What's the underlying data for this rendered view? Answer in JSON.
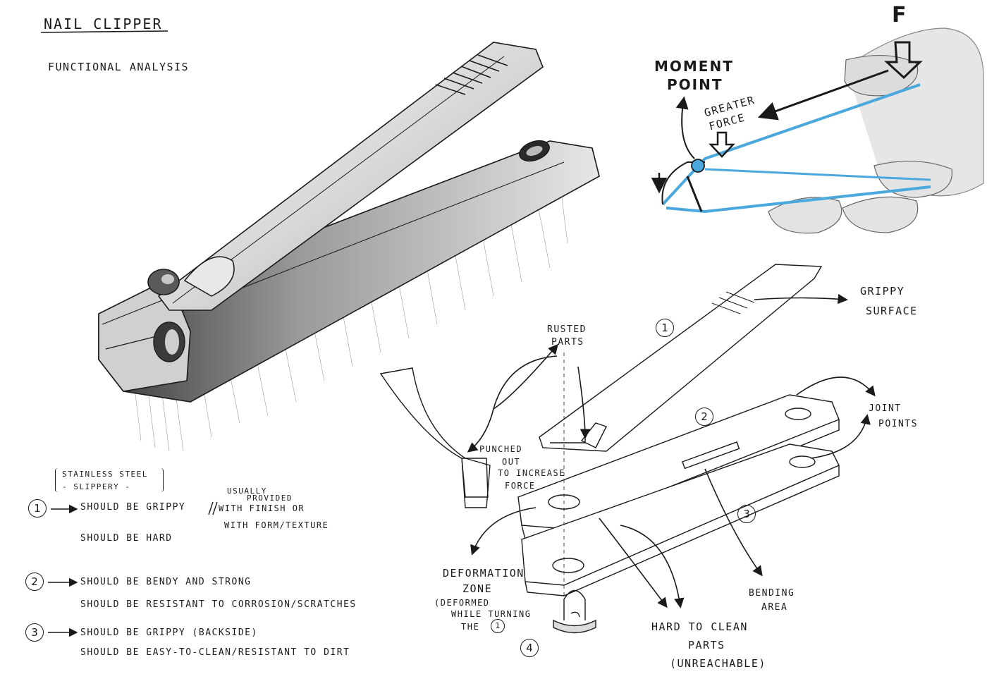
{
  "header": {
    "title": "NAIL CLIPPER",
    "subtitle": "FUNCTIONAL ANALYSIS"
  },
  "force_sketch": {
    "force_label": "F",
    "moment_line1": "MOMENT",
    "moment_line2": "POINT",
    "greater_line1": "GREATER",
    "greater_line2": "FORCE"
  },
  "exploded_view": {
    "part_numbers": [
      "1",
      "2",
      "3",
      "4"
    ],
    "labels": {
      "grippy_surface": [
        "GRIPPY",
        "SURFACE"
      ],
      "rusted_parts": [
        "RUSTED",
        "PARTS"
      ],
      "joint_points": [
        "JOINT",
        "POINTS"
      ],
      "punched_out": [
        "PUNCHED",
        "OUT",
        "TO INCREASE",
        "FORCE"
      ],
      "deformation_zone": [
        "DEFORMATION",
        "ZONE",
        "(DEFORMED",
        "WHILE TURNING",
        "THE"
      ],
      "deformation_ref": "1",
      "hard_to_clean": [
        "HARD TO CLEAN",
        "PARTS",
        "(UNREACHABLE)"
      ],
      "bending_area": [
        "BENDING",
        "AREA"
      ]
    }
  },
  "notes": {
    "material_line1": "STAINLESS STEEL",
    "material_line2": "- SLIPPERY -",
    "items": [
      {
        "number": "1",
        "lines": [
          "SHOULD BE GRIPPY",
          "SHOULD BE HARD"
        ],
        "aside": [
          "USUALLY",
          "PROVIDED",
          "WITH FINISH OR",
          "WITH FORM/TEXTURE"
        ]
      },
      {
        "number": "2",
        "lines": [
          "SHOULD BE BENDY AND STRONG",
          "SHOULD BE RESISTANT TO CORROSION/SCRATCHES"
        ]
      },
      {
        "number": "3",
        "lines": [
          "SHOULD BE GRIPPY (BACKSIDE)",
          "SHOULD BE EASY-TO-CLEAN/RESISTANT TO DIRT"
        ]
      }
    ]
  },
  "colors": {
    "ink": "#1a1a1a",
    "marker_gray": "#8a8a8a",
    "accent_blue": "#4aa8dc"
  }
}
